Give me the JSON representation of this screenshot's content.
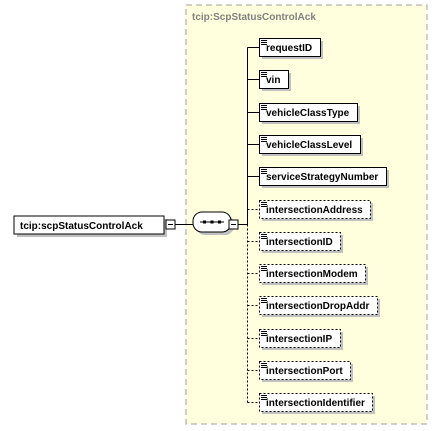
{
  "type_box": {
    "title": "tcip:ScpStatusControlAck",
    "background": "#ffffdd",
    "border": "#a0a0a0"
  },
  "root_element": {
    "label": "tcip:scpStatusControlAck"
  },
  "compositor": {
    "kind": "sequence"
  },
  "children": [
    {
      "label": "requestID",
      "optional": false
    },
    {
      "label": "vin",
      "optional": false
    },
    {
      "label": "vehicleClassType",
      "optional": false
    },
    {
      "label": "vehicleClassLevel",
      "optional": false
    },
    {
      "label": "serviceStrategyNumber",
      "optional": false
    },
    {
      "label": "intersectionAddress",
      "optional": true
    },
    {
      "label": "intersectionID",
      "optional": true
    },
    {
      "label": "intersectionModem",
      "optional": true
    },
    {
      "label": "intersectionDropAddr",
      "optional": true
    },
    {
      "label": "intersectionIP",
      "optional": true
    },
    {
      "label": "intersectionPort",
      "optional": true
    },
    {
      "label": "intersectionIdentifier",
      "optional": true
    }
  ],
  "colors": {
    "line": "#000000",
    "shadow": "#c0c0c0",
    "element_fill": "#ffffff"
  }
}
